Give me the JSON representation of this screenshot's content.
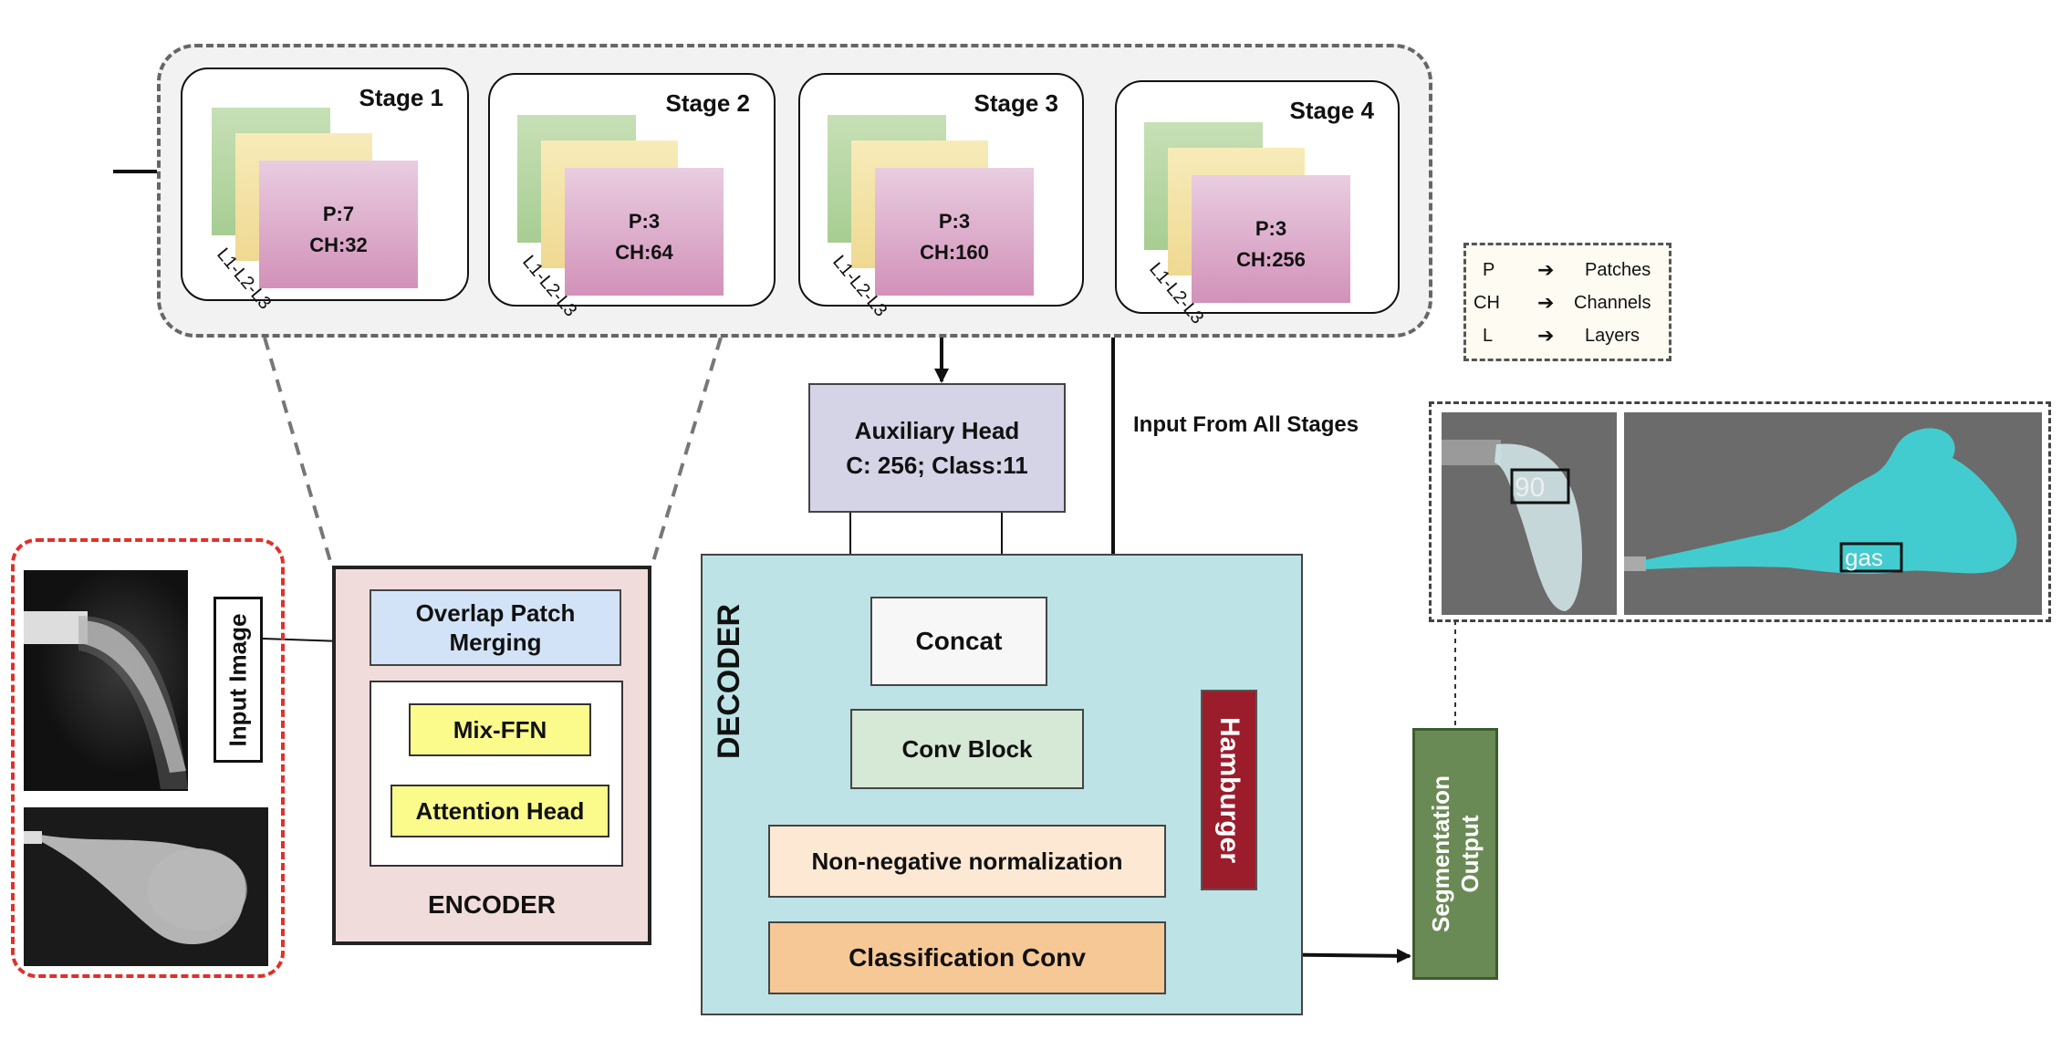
{
  "stages": [
    {
      "title": "Stage 1",
      "patches_label": "P:7",
      "channels_label": "CH:32",
      "layers_label": "L1-L2-L3"
    },
    {
      "title": "Stage 2",
      "patches_label": "P:3",
      "channels_label": "CH:64",
      "layers_label": "L1-L2-L3"
    },
    {
      "title": "Stage 3",
      "patches_label": "P:3",
      "channels_label": "CH:160",
      "layers_label": "L1-L2-L3"
    },
    {
      "title": "Stage 4",
      "patches_label": "P:3",
      "channels_label": "CH:256",
      "layers_label": "L1-L2-L3"
    }
  ],
  "legend": [
    {
      "abbr": "P",
      "meaning": "Patches"
    },
    {
      "abbr": "CH",
      "meaning": "Channels"
    },
    {
      "abbr": "L",
      "meaning": "Layers"
    }
  ],
  "input_image_label": "Input Image",
  "encoder": {
    "title": "ENCODER",
    "overlap_patch_merging": "Overlap Patch Merging",
    "mix_ffn": "Mix-FFN",
    "attention_head": "Attention Head"
  },
  "auxiliary_head": {
    "line1": "Auxiliary Head",
    "line2": "C: 256; Class:11"
  },
  "input_from_all_stages": "Input From All Stages",
  "decoder": {
    "title": "DECODER",
    "concat": "Concat",
    "conv_block": "Conv Block",
    "hamburger": "Hamburger",
    "non_negative_normalization": "Non-negative normalization",
    "classification_conv": "Classification Conv"
  },
  "segmentation_output": {
    "line1": "Segmentation",
    "line2": "Output"
  },
  "output_labels": {
    "left": "90",
    "right": "gas"
  },
  "colors": {
    "cube_green": "#b8d6a4",
    "cube_yellow": "#f3e3a4",
    "cube_pink": "#dba6c4",
    "decoder_bg": "#bde3e6",
    "encoder_bg": "#f1dcdc",
    "hamburger": "#9b1c2b",
    "segmentation": "#6a8a55",
    "classification": "#f6c896",
    "non_negative": "#fde8d3",
    "aux_head": "#d5d3e6",
    "overlay_cyan": "#3fd7da"
  }
}
